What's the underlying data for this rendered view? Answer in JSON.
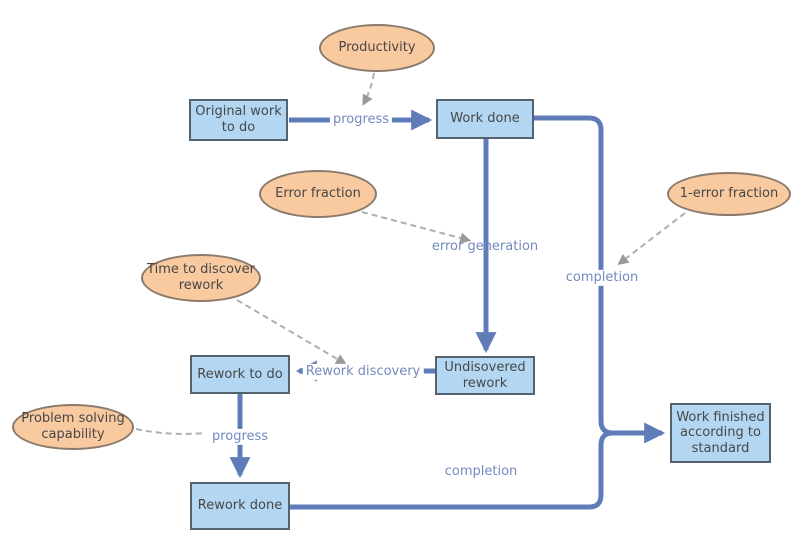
{
  "diagram": {
    "title": "rework-cycle-model",
    "stocks": {
      "original_work": "Original work\nto do",
      "work_done": "Work done",
      "undiscovered_rework": "Undisovered\nrework",
      "rework_to_do": "Rework to do",
      "rework_done": "Rework done",
      "work_finished": "Work finished\naccording to\nstandard"
    },
    "factors": {
      "productivity": "Productivity",
      "error_fraction": "Error fraction",
      "one_minus_error_fraction": "1-error fraction",
      "time_to_discover_rework": "Time to discover\nrework",
      "problem_solving_capability": "Problem solving\ncapability"
    },
    "flow_labels": {
      "progress_top": "progress",
      "error_generation": "error generation",
      "completion_right": "completion",
      "rework_discovery": "Rework discovery",
      "progress_left": "progress",
      "completion_bottom": "completion"
    },
    "colors": {
      "stock_fill": "#b3d7f2",
      "stock_border": "#55626f",
      "factor_fill": "#f9c9a0",
      "factor_border": "#8a7a6b",
      "flow": "#5f7cb8",
      "label": "#7589bf",
      "dashed": "#aeaeae",
      "dashed_head": "#9a9a9a",
      "node_text": "#474747",
      "bg": "#ffffff"
    }
  }
}
